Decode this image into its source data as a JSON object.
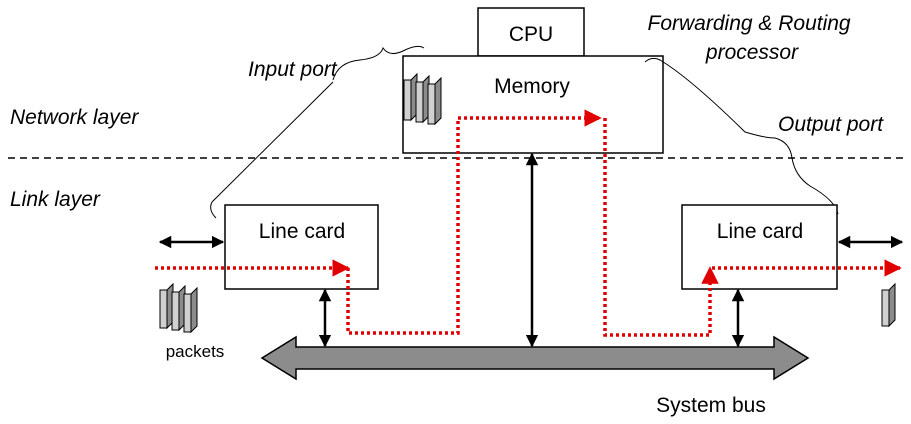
{
  "labels": {
    "cpu": "CPU",
    "memory": "Memory",
    "forwarding_processor": [
      "Forwarding & Routing",
      "processor"
    ],
    "input_port": "Input port",
    "output_port": "Output port",
    "network_layer": "Network layer",
    "link_layer": "Link layer",
    "line_card_left": "Line card",
    "line_card_right": "Line card",
    "packets": "packets",
    "system_bus": "System bus"
  },
  "colors": {
    "packet_path": "#e00000",
    "bus_fill": "#8c8c8c",
    "packet_fill": "#c8c8c8",
    "line": "#000000"
  }
}
